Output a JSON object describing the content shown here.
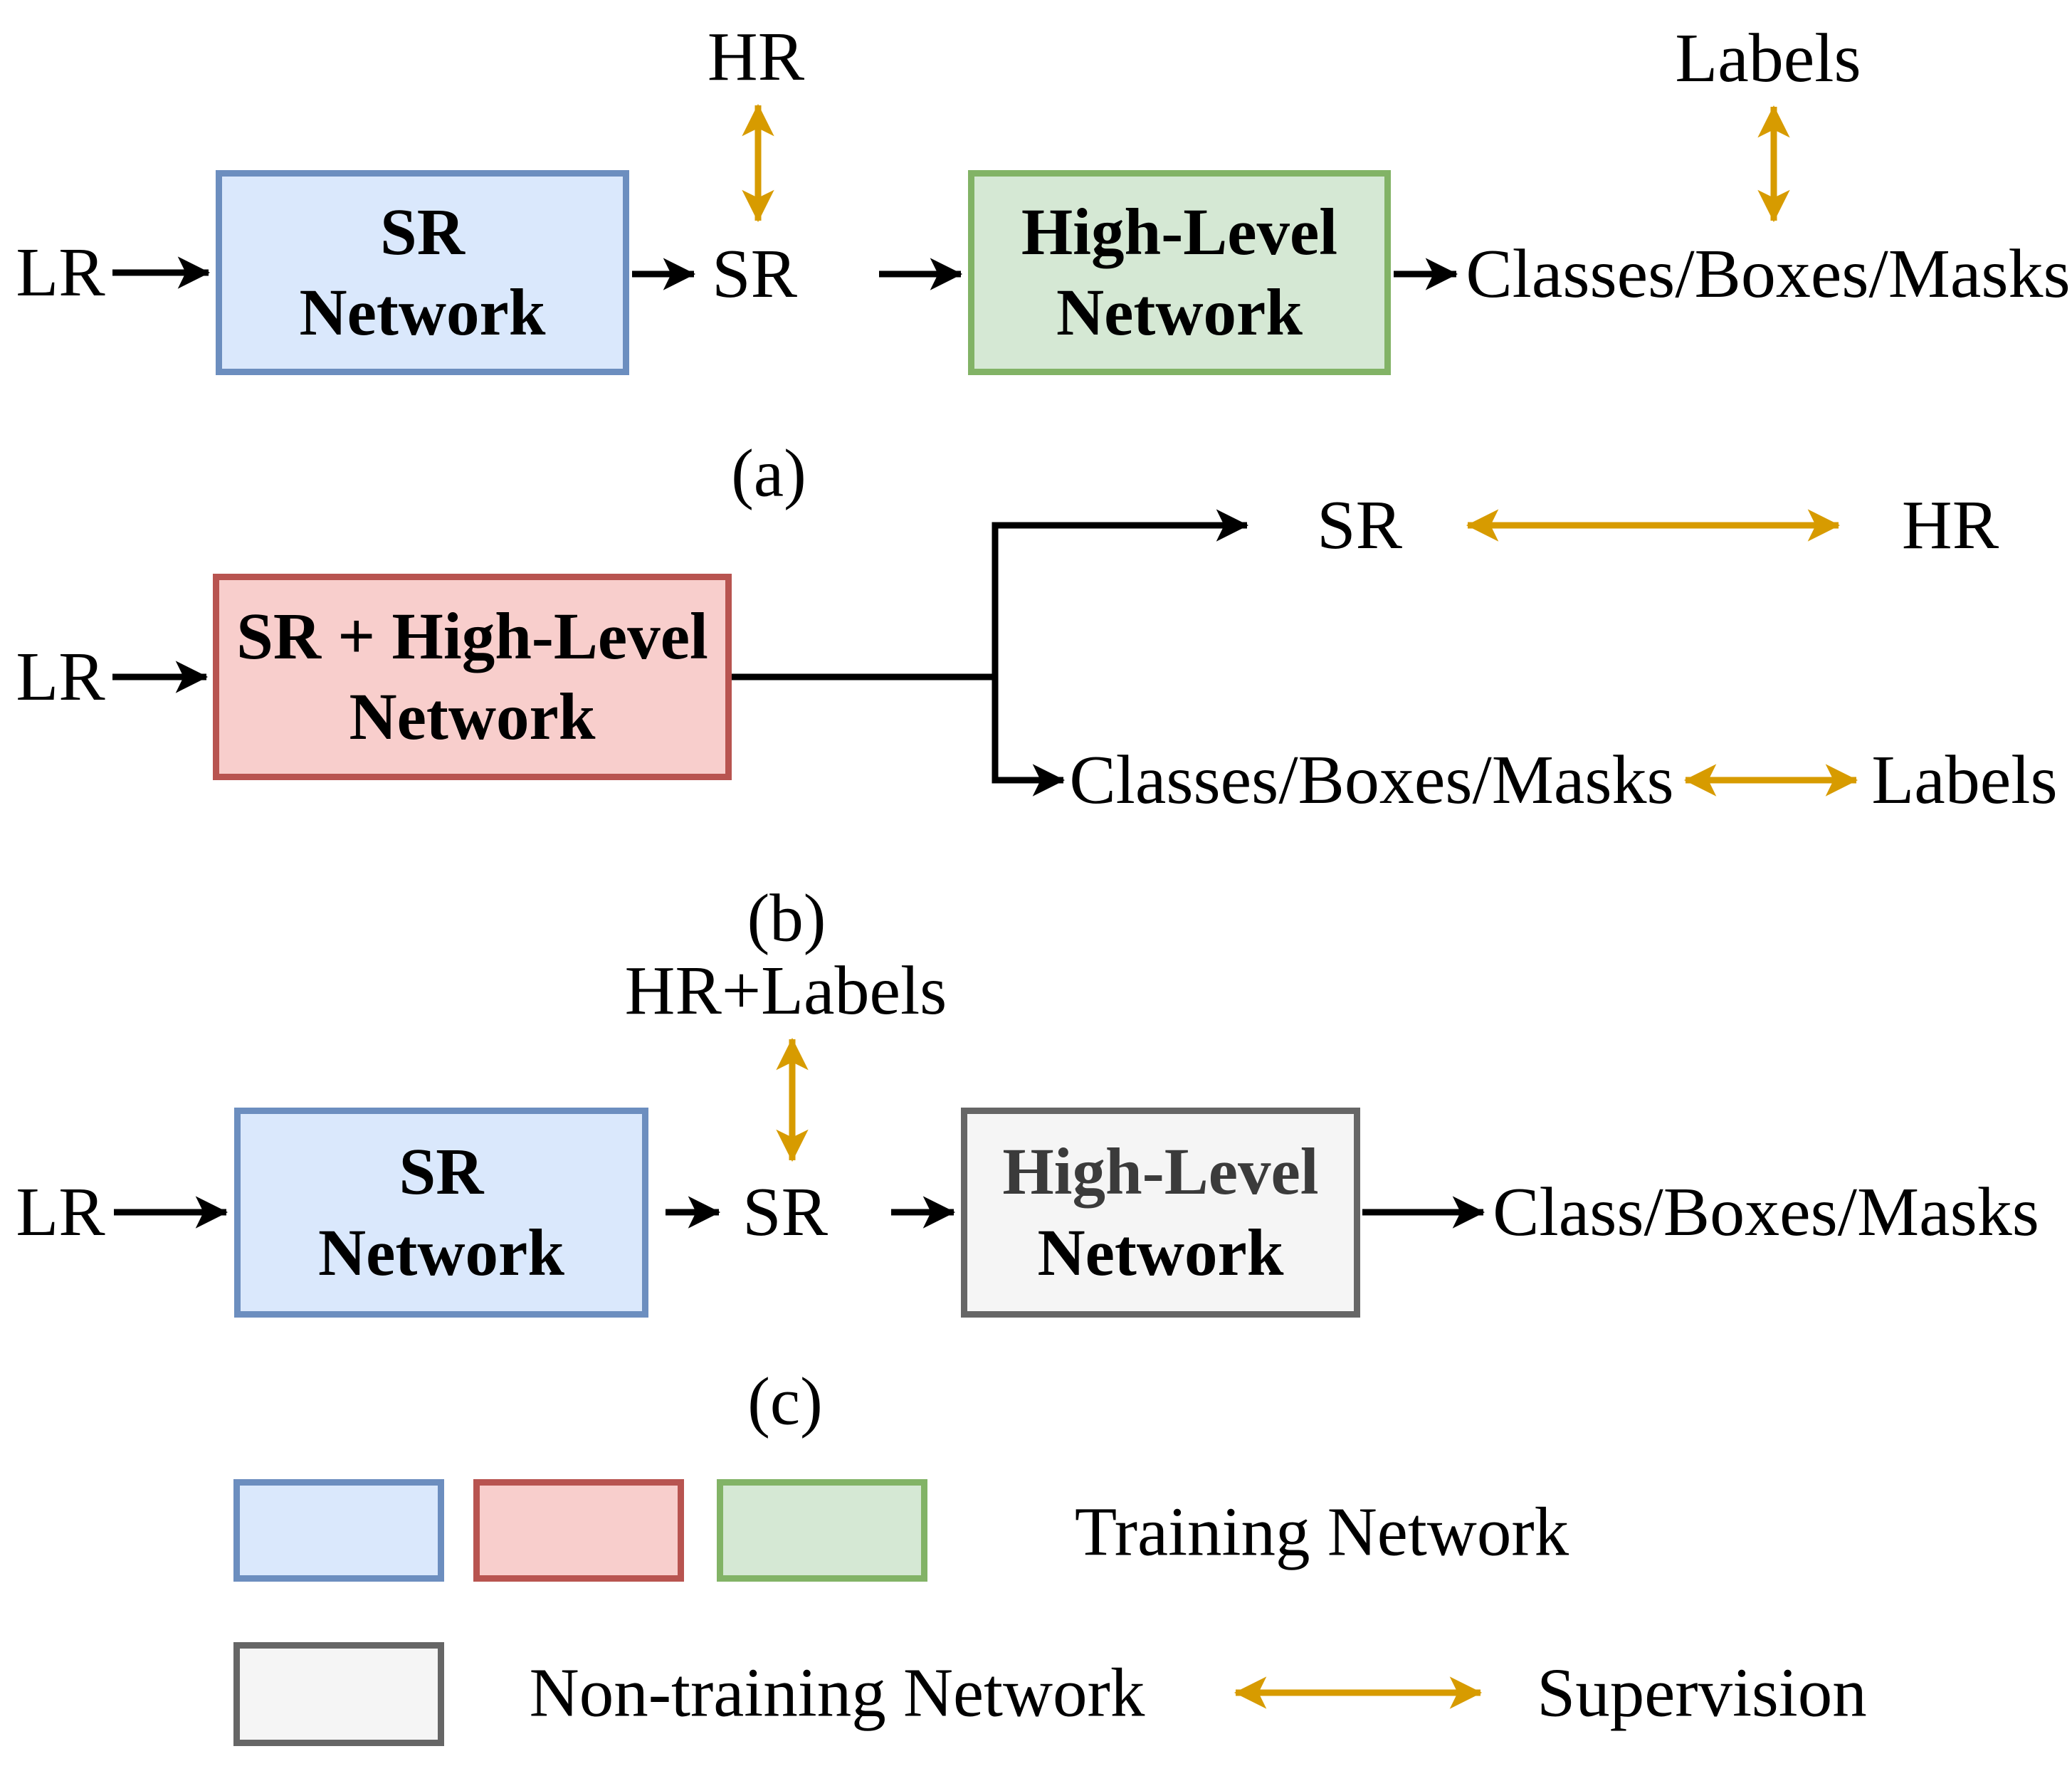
{
  "colors": {
    "blue_fill": "#DAE8FC",
    "blue_border": "#6C8EBF",
    "red_fill": "#F8CECC",
    "red_border": "#B85450",
    "green_fill": "#D5E8D4",
    "green_border": "#82B366",
    "gray_fill": "#F5F5F5",
    "gray_border": "#666666",
    "flow_arrow": "#000000",
    "supervision_arrow": "#D79B00",
    "gray_box_title_text": "#3B3B3B"
  },
  "panels": {
    "a": {
      "caption": "(a)",
      "lr_label": "LR",
      "sr_network_box": [
        "SR",
        "Network"
      ],
      "sr_label": "SR",
      "hr_label": "HR",
      "high_level_box": [
        "High-Level",
        "Network"
      ],
      "output_label": "Classes/Boxes/Masks",
      "labels_label": "Labels"
    },
    "b": {
      "caption": "(b)",
      "lr_label": "LR",
      "combined_box": [
        "SR + High-Level",
        "Network"
      ],
      "sr_label": "SR",
      "hr_label": "HR",
      "output_label": "Classes/Boxes/Masks",
      "labels_label": "Labels"
    },
    "c": {
      "caption": "(c)",
      "lr_label": "LR",
      "sr_network_box": [
        "SR",
        "Network"
      ],
      "supervision_label": "HR+Labels",
      "sr_label": "SR",
      "high_level_box": [
        "High-Level",
        "Network"
      ],
      "output_label": "Class/Boxes/Masks"
    }
  },
  "legend": {
    "training_label": "Training Network",
    "non_training_label": "Non-training Network",
    "supervision_label": "Supervision"
  }
}
